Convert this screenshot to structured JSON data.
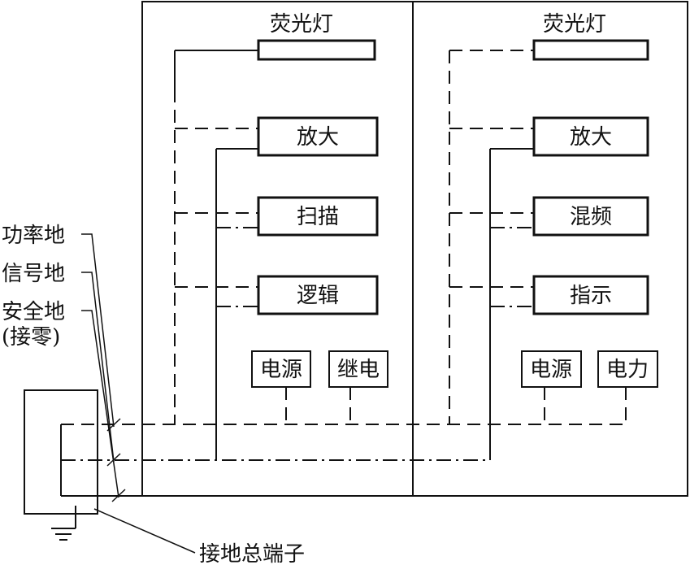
{
  "cabinet_left": {
    "lamp_label": "荧光灯",
    "boxes": [
      "放大",
      "扫描",
      "逻辑"
    ],
    "bottom_boxes": [
      "电源",
      "继电"
    ]
  },
  "cabinet_right": {
    "lamp_label": "荧光灯",
    "boxes": [
      "放大",
      "混频",
      "指示"
    ],
    "bottom_boxes": [
      "电源",
      "电力"
    ]
  },
  "ground_labels": {
    "power_ground": "功率地",
    "signal_ground": "信号地",
    "safety_ground": "安全地",
    "safety_ground_note": "(接零)"
  },
  "terminal_label": "接地总端子",
  "colors": {
    "line": "#111111",
    "background": "#ffffff"
  }
}
